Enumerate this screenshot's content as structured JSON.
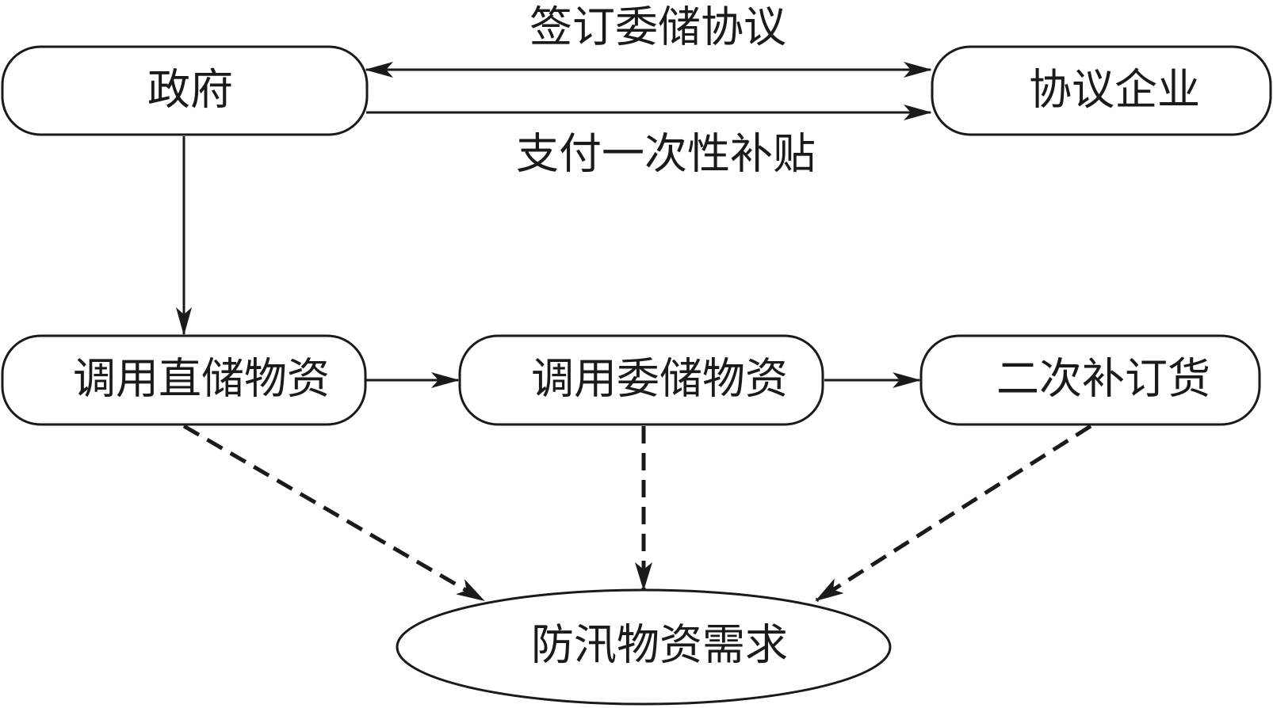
{
  "nodes": {
    "government": "政府",
    "agreement_enterprise": "协议企业",
    "direct_storage": "调用直储物资",
    "entrusted_storage": "调用委储物资",
    "reorder": "二次补订货",
    "demand": "防汛物资需求"
  },
  "edges": {
    "sign_agreement": "签订委储协议",
    "pay_subsidy": "支付一次性补贴"
  }
}
